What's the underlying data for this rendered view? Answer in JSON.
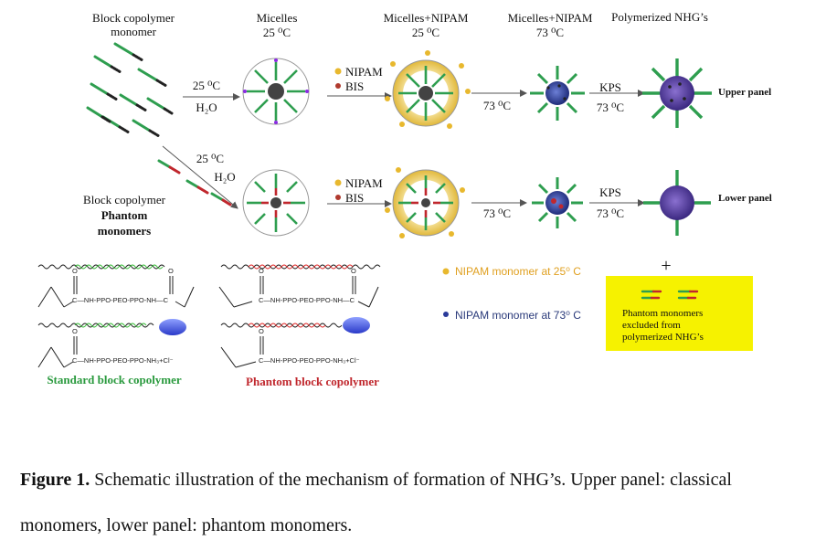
{
  "headers": {
    "block_copolymer_monomer": "Block copolymer\nmonomer",
    "micelles": "Micelles",
    "micelles_temp": "25 ⁰C",
    "micelles_nipam": "Micelles+NIPAM",
    "micelles_nipam_temp": "25 ⁰C",
    "micelles_nipam2": "Micelles+NIPAM",
    "micelles_nipam2_temp": "73 ⁰C",
    "polymerized": "Polymerized NHG’s"
  },
  "upper": {
    "arrow1_top": "25 ⁰C",
    "arrow1_bottom": "H₂O",
    "reagent1": "NIPAM",
    "reagent2": "BIS",
    "arrow3_label": "73 ⁰C",
    "arrow4_top": "KPS",
    "arrow4_bottom": "73 ⁰C",
    "panel_label": "Upper panel"
  },
  "lower": {
    "diag_top": "25 ⁰C",
    "diag_bottom": "H₂O",
    "monomer_label_1": "Block copolymer",
    "monomer_label_2": "Phantom",
    "monomer_label_3": "monomers",
    "reagent1": "NIPAM",
    "reagent2": "BIS",
    "arrow3_label": "73 ⁰C",
    "arrow4_top": "KPS",
    "arrow4_bottom": "73 ⁰C",
    "panel_label": "Lower panel"
  },
  "chem": {
    "std_formula_1": "C—NH-PPO-PEO-PPO-NH—C",
    "std_formula_2": "C—NH-PPO-PEO-PPO-NH₃+Cl⁻",
    "phantom_formula_1": "C—NH-PPO-PEO-PPO-NH—C",
    "phantom_formula_2": "C—NH-PPO-PEO-PPO-NH₃+Cl⁻",
    "std_title": "Standard block copolymer",
    "phantom_title": "Phantom block copolymer",
    "o_label": "O"
  },
  "legend": {
    "nipam_25": "NIPAM monomer at 25⁰ C",
    "nipam_73": "NIPAM monomer at 73⁰ C",
    "plus": "+",
    "phantom_excluded": "Phantom monomers\nexcluded from\npolymerized NHG’s"
  },
  "caption": {
    "lead": "Figure 1.",
    "text": " Schematic illustration of the mechanism of formation of NHG’s. Upper panel: classical monomers, lower panel: phantom monomers."
  },
  "colors": {
    "green": "#2e9e4f",
    "red": "#c0272d",
    "blue": "#3a4fb0",
    "gold": "#e8b82e",
    "yellow_box": "#f6f200",
    "std_title": "#2a9a3e",
    "phantom_title": "#c0272d",
    "legend_text_25": "#e0a020",
    "legend_text_73": "#2a3a7a"
  }
}
